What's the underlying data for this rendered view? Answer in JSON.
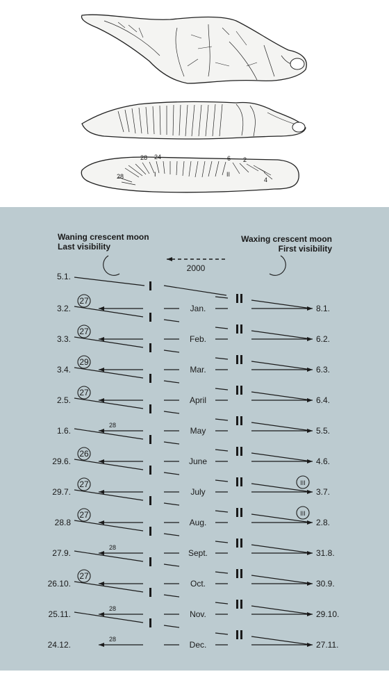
{
  "artifact_labels": {
    "n1": "28",
    "n2": "24",
    "n3": "28",
    "n4": "I",
    "n5": "6",
    "n6": "2",
    "n7": "II",
    "n8": "4"
  },
  "headers": {
    "left_title": "Waning crescent moon",
    "left_sub": "Last visibility",
    "right_title": "Waxing crescent moon",
    "right_sub": "First visibility",
    "arrow_label": "2000"
  },
  "first_left": "5.1.",
  "rows": [
    {
      "month": "Jan.",
      "left": "3.2.",
      "right": "8.1.",
      "circle": "27",
      "small": "",
      "right_circle": ""
    },
    {
      "month": "Feb.",
      "left": "3.3.",
      "right": "6.2.",
      "circle": "27",
      "small": "",
      "right_circle": ""
    },
    {
      "month": "Mar.",
      "left": "3.4.",
      "right": "6.3.",
      "circle": "29",
      "small": "",
      "right_circle": ""
    },
    {
      "month": "April",
      "left": "2.5.",
      "right": "6.4.",
      "circle": "27",
      "small": "",
      "right_circle": ""
    },
    {
      "month": "May",
      "left": "1.6.",
      "right": "5.5.",
      "circle": "",
      "small": "28",
      "right_circle": ""
    },
    {
      "month": "June",
      "left": "29.6.",
      "right": "4.6.",
      "circle": "26",
      "small": "",
      "right_circle": ""
    },
    {
      "month": "July",
      "left": "29.7.",
      "right": "3.7.",
      "circle": "27",
      "small": "",
      "right_circle": "III"
    },
    {
      "month": "Aug.",
      "left": "28.8",
      "right": "2.8.",
      "circle": "27",
      "small": "",
      "right_circle": "III"
    },
    {
      "month": "Sept.",
      "left": "27.9.",
      "right": "31.8.",
      "circle": "",
      "small": "28",
      "right_circle": ""
    },
    {
      "month": "Oct.",
      "left": "26.10.",
      "right": "30.9.",
      "circle": "27",
      "small": "",
      "right_circle": ""
    },
    {
      "month": "Nov.",
      "left": "25.11.",
      "right": "29.10.",
      "circle": "",
      "small": "28",
      "right_circle": ""
    },
    {
      "month": "Dec.",
      "left": "24.12.",
      "right": "27.11.",
      "circle": "",
      "small": "28",
      "right_circle": ""
    }
  ]
}
